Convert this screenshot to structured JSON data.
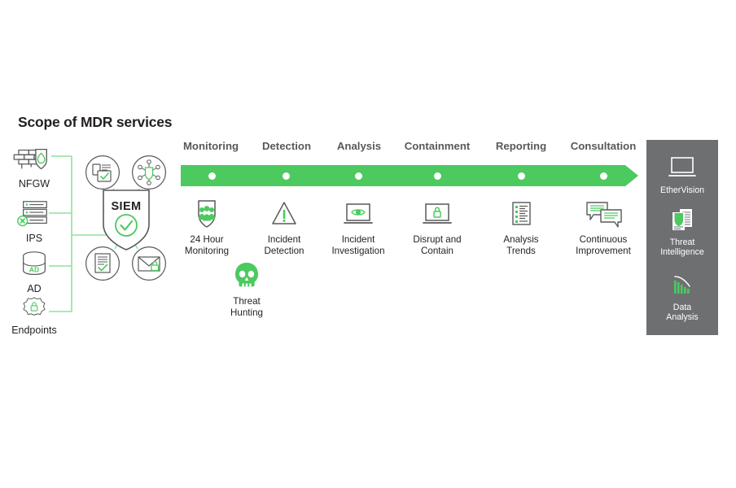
{
  "title": "Scope of MDR services",
  "colors": {
    "green": "#4CC95F",
    "green_line": "#8ee39b",
    "outline": "#58595b",
    "panel_bg": "#6e6f71",
    "text": "#231f20",
    "header_text": "#58595b"
  },
  "infrastructure": [
    {
      "label": "NFGW",
      "icon": "firewall-shield-icon"
    },
    {
      "label": "IPS",
      "icon": "server-stack-block-icon"
    },
    {
      "label": "AD",
      "icon": "database-ad-icon"
    },
    {
      "label": "Endpoints",
      "icon": "endpoint-lock-icon"
    }
  ],
  "core": {
    "label": "SIEM",
    "shield_icon": "shield-check-icon",
    "satellites": [
      {
        "position": "top-left",
        "icon": "devices-documents-icon"
      },
      {
        "position": "top-right",
        "icon": "network-shield-icon"
      },
      {
        "position": "bottom-left",
        "icon": "document-check-icon"
      },
      {
        "position": "bottom-right",
        "icon": "secure-email-icon"
      }
    ]
  },
  "phases": [
    {
      "label": "Monitoring"
    },
    {
      "label": "Detection"
    },
    {
      "label": "Analysis"
    },
    {
      "label": "Containment"
    },
    {
      "label": "Reporting"
    },
    {
      "label": "Consultation"
    }
  ],
  "arrow": {
    "dot_count": 6
  },
  "services": [
    {
      "line1": "24 Hour",
      "line2": "Monitoring",
      "icon": "shield-people-icon"
    },
    {
      "line1": "Incident",
      "line2": "Detection",
      "icon": "warning-triangle-icon"
    },
    {
      "line1": "Incident",
      "line2": "Investigation",
      "icon": "monitor-eye-icon"
    },
    {
      "line1": "Disrupt and",
      "line2": "Contain",
      "icon": "monitor-lock-icon"
    },
    {
      "line1": "Analysis",
      "line2": "Trends",
      "icon": "checklist-document-icon"
    },
    {
      "line1": "Continuous",
      "line2": "Improvement",
      "icon": "speech-bubbles-icon"
    }
  ],
  "extra_service": {
    "line1": "Threat",
    "line2": "Hunting",
    "icon": "skull-icon"
  },
  "panel_items": [
    {
      "line1": "EtherVision",
      "line2": "",
      "icon": "monitor-icon"
    },
    {
      "line1": "Threat",
      "line2": "Intelligence",
      "icon": "shield-documents-icon"
    },
    {
      "line1": "Data",
      "line2": "Analysis",
      "icon": "bar-chart-curve-icon"
    }
  ]
}
